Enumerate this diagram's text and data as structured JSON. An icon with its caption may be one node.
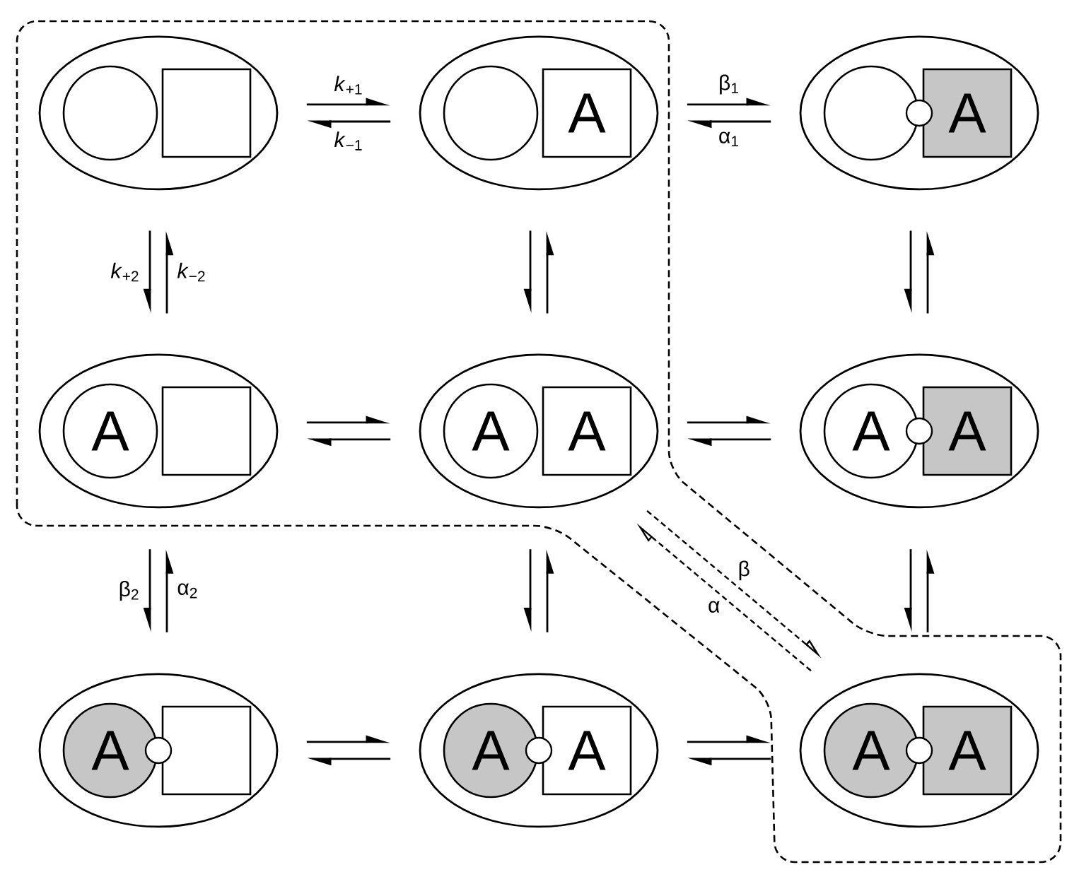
{
  "diagram": {
    "nodes": [
      {
        "text": [],
        "shape": "ellipse"
      },
      {
        "text": [],
        "shape": "circle",
        "in": 0
      },
      {
        "text": [],
        "shape": "box",
        "in": 0
      },
      {
        "text": [],
        "shape": "ellipse"
      },
      {
        "text": [],
        "shape": "circle",
        "in": 3
      },
      {
        "text": [
          "A"
        ],
        "in": 3
      },
      {
        "text": [],
        "shape": "ellipse"
      },
      {
        "text": [],
        "shape": "circle",
        "in": 6
      },
      {
        "text": [
          "A"
        ],
        "in": 6
      },
      {
        "text": [],
        "shape": "ellipse"
      },
      {
        "text": [
          "A"
        ],
        "in": 9
      },
      {
        "text": [],
        "shape": "box",
        "in": 9
      },
      {
        "text": [],
        "shape": "ellipse"
      },
      {
        "text": [
          "A"
        ],
        "in": 12
      },
      {
        "text": [
          "A"
        ],
        "in": 12
      },
      {
        "text": [],
        "shape": "ellipse"
      },
      {
        "text": [
          "A"
        ],
        "in": 15
      },
      {
        "text": [
          "A"
        ],
        "in": 15
      },
      {
        "text": [],
        "shape": "ellipse"
      },
      {
        "text": [
          "A"
        ],
        "in": 18
      },
      {
        "text": [],
        "shape": "box",
        "in": 18
      },
      {
        "text": [],
        "shape": "ellipse"
      },
      {
        "text": [
          "A"
        ],
        "in": 21
      },
      {
        "text": [
          "A"
        ],
        "in": 21
      },
      {
        "text": [],
        "shape": "ellipse"
      },
      {
        "text": [
          "A"
        ],
        "in": 24
      },
      {
        "text": [
          "A"
        ],
        "in": 24
      }
    ],
    "edges": [
      {
        "from": 0,
        "to": 3,
        "arrow": "to",
        "label": "*k*$_{+1}$"
      },
      {
        "from": 3,
        "to": 0,
        "arrow": "to",
        "label": "*k*$_{−1}$"
      },
      {
        "from": 3,
        "to": 6,
        "arrow": "to",
        "label": "β$_{1}$"
      },
      {
        "from": 6,
        "to": 3,
        "arrow": "to",
        "label": "α$_{1}$"
      },
      {
        "from": 0,
        "to": 9,
        "arrow": "to",
        "label": "*k*$_{+2}$"
      },
      {
        "from": 9,
        "to": 0,
        "arrow": "to",
        "label": "*k*$_{−2}$"
      },
      {
        "from": 3,
        "to": 12,
        "arrow": "to"
      },
      {
        "from": 12,
        "to": 3,
        "arrow": "to"
      },
      {
        "from": 6,
        "to": 15,
        "arrow": "to"
      },
      {
        "from": 15,
        "to": 6,
        "arrow": "to"
      },
      {
        "from": 9,
        "to": 12,
        "arrow": "to"
      },
      {
        "from": 12,
        "to": 9,
        "arrow": "to"
      },
      {
        "from": 12,
        "to": 15,
        "arrow": "to"
      },
      {
        "from": 15,
        "to": 12,
        "arrow": "to"
      },
      {
        "from": 9,
        "to": 18,
        "arrow": "to",
        "label": "β$_{2}$"
      },
      {
        "from": 18,
        "to": 9,
        "arrow": "to",
        "label": "α$_{2}$"
      },
      {
        "from": 12,
        "to": 21,
        "arrow": "to"
      },
      {
        "from": 21,
        "to": 12,
        "arrow": "to"
      },
      {
        "from": 12,
        "to": 24,
        "arrow": "to",
        "label": "β",
        "style": "dashed"
      },
      {
        "from": 24,
        "to": 12,
        "arrow": "to",
        "label": "α",
        "style": "dashed"
      },
      {
        "from": 15,
        "to": 24,
        "arrow": "to"
      },
      {
        "from": 24,
        "to": 15,
        "arrow": "to"
      },
      {
        "from": 18,
        "to": 21,
        "arrow": "to"
      },
      {
        "from": 21,
        "to": 18,
        "arrow": "to"
      },
      {
        "from": 21,
        "to": 24,
        "arrow": "to"
      },
      {
        "from": 24,
        "to": 21,
        "arrow": "to"
      }
    ]
  }
}
